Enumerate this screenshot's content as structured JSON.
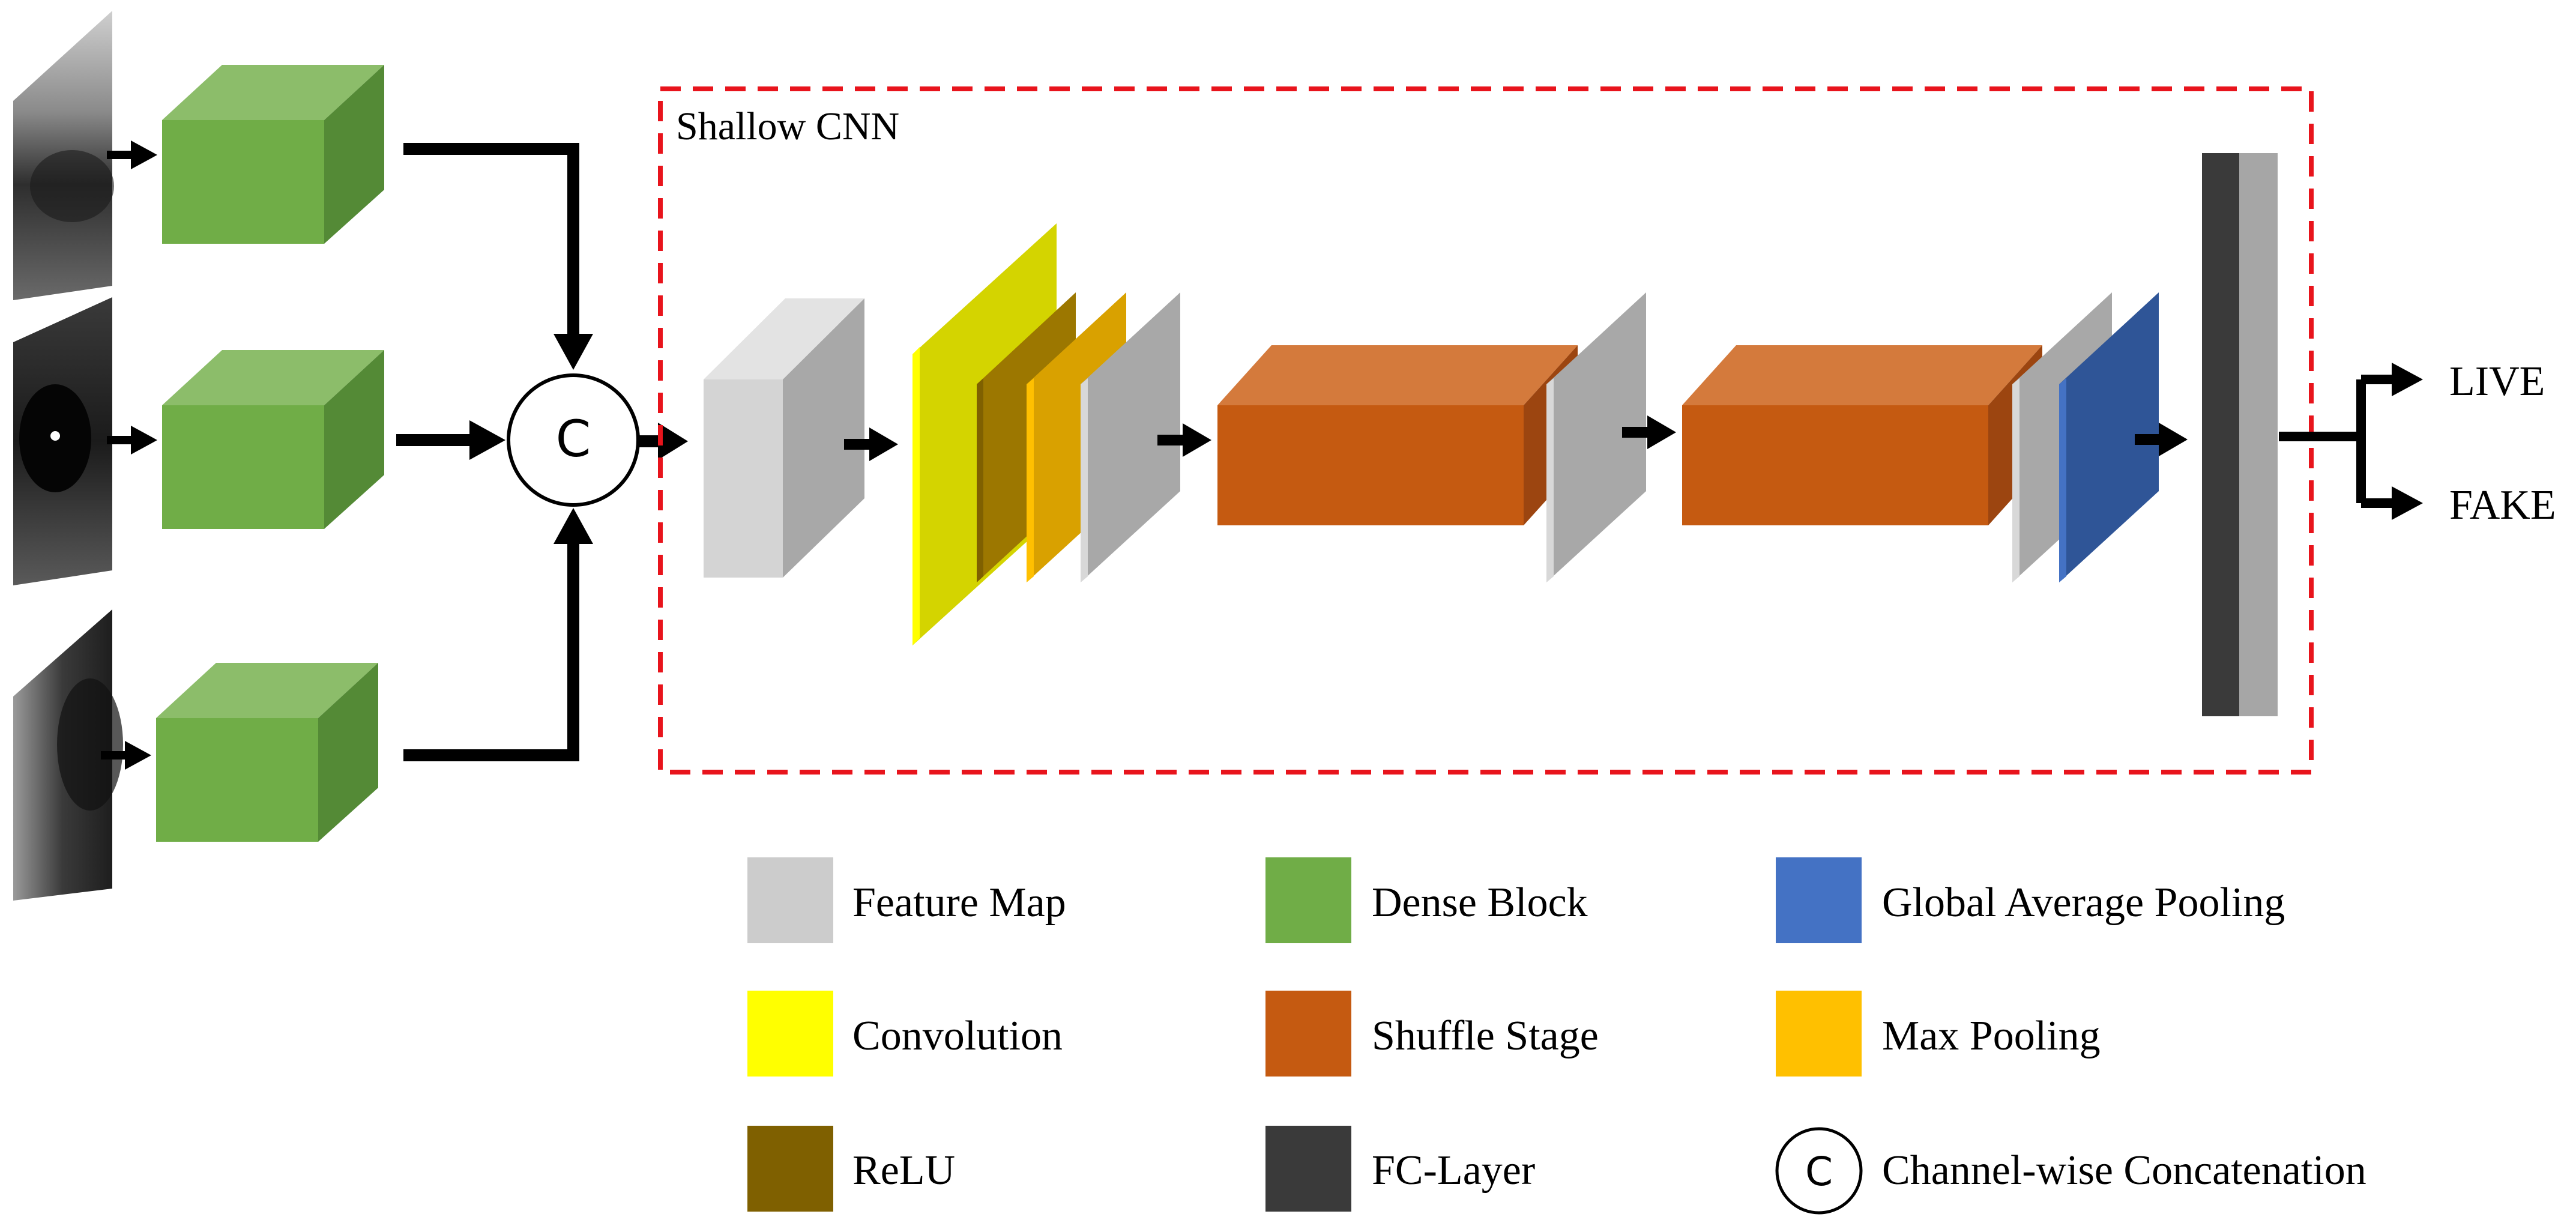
{
  "region_label": "Shallow CNN",
  "concat_symbol": "C",
  "outputs": [
    "LIVE",
    "FAKE"
  ],
  "legend": [
    {
      "label": "Feature Map",
      "color": "#cccccc",
      "kind": "square"
    },
    {
      "label": "Dense Block",
      "color": "#70ad47",
      "kind": "square"
    },
    {
      "label": "Global Average Pooling",
      "color": "#4472c4",
      "kind": "square"
    },
    {
      "label": "Convolution",
      "color": "#ffff00",
      "kind": "square"
    },
    {
      "label": "Shuffle Stage",
      "color": "#c55a11",
      "kind": "square"
    },
    {
      "label": "Max Pooling",
      "color": "#ffc000",
      "kind": "square"
    },
    {
      "label": "ReLU",
      "color": "#7f6000",
      "kind": "square"
    },
    {
      "label": "FC-Layer",
      "color": "#3a3a3a",
      "kind": "square"
    },
    {
      "label": "Channel-wise Concatenation",
      "color": "#ffffff",
      "kind": "circle"
    }
  ],
  "colors": {
    "dashed_border": "#e8141c",
    "arrow": "#000000"
  }
}
